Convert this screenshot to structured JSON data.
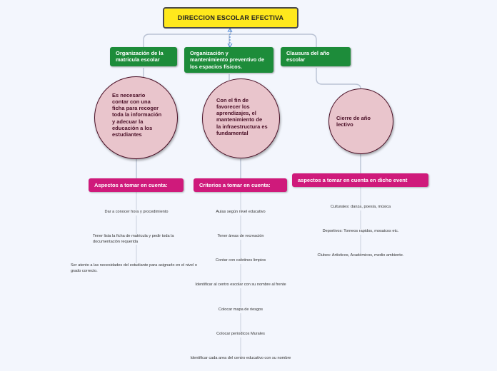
{
  "root": {
    "title": "DIRECCION ESCOLAR EFECTIVA"
  },
  "branches": [
    {
      "title": "Organización de la matricula escolar",
      "circle": "Es necesario contar con una ficha para recoger toda la información y adecuar la educación a los estudiantes",
      "label": "Aspectos a tomar en cuenta:",
      "items": [
        "Dar a conocer hora y procedimiento",
        "Tener lista la ficha de matricula y pedir toda la documentación requerida",
        "Ser atento a las necesidades del estudiante para asignarlo en el nivel o grado correcto."
      ]
    },
    {
      "title": "Organización y mantenimiento preventivo de los espacios físicos.",
      "circle": "Con el fin de favorecer los aprendizajes, el mantenimiento de la infraestructura es fundamental",
      "label": "Criterios a tomar en cuenta:",
      "items": [
        "Aulas según nivel educativo",
        "Tener áreas de recreación",
        "Contar con cafetines limpios",
        "Identificar al centro escolar con su nombre al frente",
        "Colocar mapa de riesgos",
        "Colocar periodicos Murales",
        "Identificar cada area del centro educativo con su nombre"
      ]
    },
    {
      "title": "Clausura del año escolar",
      "circle": "Cierre de año lectivo",
      "label": "aspectos a tomar en cuenta en dicho event",
      "items": [
        "Culturales: danza, poesía, música",
        "Deportivos: Torneos rapidos, mosaicos etc.",
        "Clubes: Artísticos, Académicos, medio ambiente."
      ]
    }
  ],
  "colors": {
    "background": "#f3f6fd",
    "root_fill": "#ffe81c",
    "branch_fill": "#1d8c3a",
    "circle_fill": "#e9c5cc",
    "circle_border": "#4a0f26",
    "label_fill": "#cf1a7b",
    "connector": "#b9c2d3",
    "link_arrow": "#3f7fd6"
  }
}
